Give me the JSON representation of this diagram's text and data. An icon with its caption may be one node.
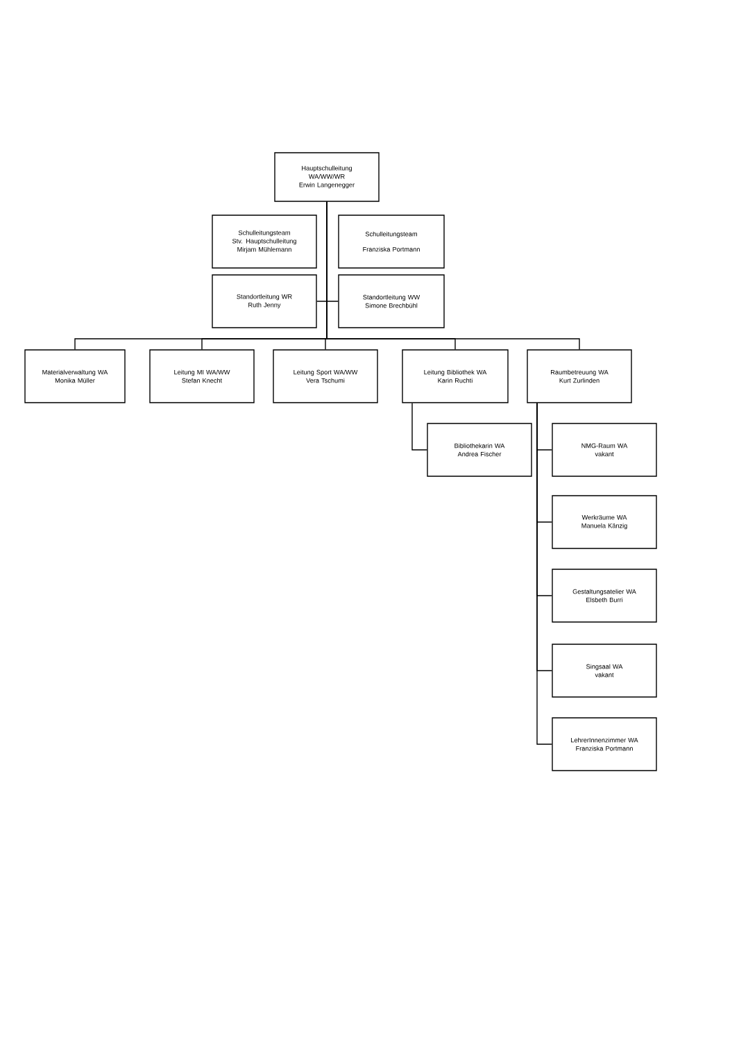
{
  "diagram": {
    "nodes": [
      {
        "text": [
          "Hauptschulleitung WA/WW/WR",
          "Erwin Langenegger"
        ]
      },
      {
        "text": [
          "Schulleitungsteam Stv. Hauptschulleitung",
          "Mirjam Mühlemann"
        ]
      },
      {
        "text": [
          "Schulleitungsteam",
          "Franziska Portmann"
        ]
      },
      {
        "text": [
          "Standortleitung WR",
          "Ruth Jenny"
        ]
      },
      {
        "text": [
          "Standortleitung WW",
          "Simone Brechbühl"
        ]
      },
      {
        "text": [
          "Materialverwaltung WA",
          "Monika Müller"
        ]
      },
      {
        "text": [
          "Leitung MI WA/WW",
          "Stefan Knecht"
        ]
      },
      {
        "text": [
          "Leitung Sport WA/WW",
          "Vera Tschumi"
        ]
      },
      {
        "text": [
          "Leitung Bibliothek WA",
          "Karin Ruchti"
        ]
      },
      {
        "text": [
          "Raumbetreuung WA",
          "Kurt Zurlinden"
        ]
      },
      {
        "text": [
          "Bibliothekarin WA",
          "Andrea Fischer"
        ]
      },
      {
        "text": [
          "NMG-Raum WA",
          "vakant"
        ]
      },
      {
        "text": [
          "Werkräume WA",
          "Manuela Känzig"
        ]
      },
      {
        "text": [
          "Gestaltungsatelier WA",
          "Elsbeth Burri"
        ]
      },
      {
        "text": [
          "Singsaal WA",
          "vakant"
        ]
      },
      {
        "text": [
          "LehrerInnenzimmer WA",
          "Franziska Portmann"
        ]
      }
    ],
    "edges": [
      {
        "from": 0,
        "to": 3,
        "arrow": "none"
      },
      {
        "from": 0,
        "to": 4,
        "arrow": "none"
      },
      {
        "from": 0,
        "to": 5,
        "arrow": "none"
      },
      {
        "from": 0,
        "to": 6,
        "arrow": "none"
      },
      {
        "from": 0,
        "to": 7,
        "arrow": "none"
      },
      {
        "from": 0,
        "to": 8,
        "arrow": "none"
      },
      {
        "from": 0,
        "to": 9,
        "arrow": "none"
      },
      {
        "from": 8,
        "to": 10,
        "arrow": "none"
      },
      {
        "from": 9,
        "to": 11,
        "arrow": "none"
      },
      {
        "from": 9,
        "to": 12,
        "arrow": "none"
      },
      {
        "from": 9,
        "to": 13,
        "arrow": "none"
      },
      {
        "from": 9,
        "to": 14,
        "arrow": "none"
      },
      {
        "from": 9,
        "to": 15,
        "arrow": "none"
      }
    ]
  }
}
